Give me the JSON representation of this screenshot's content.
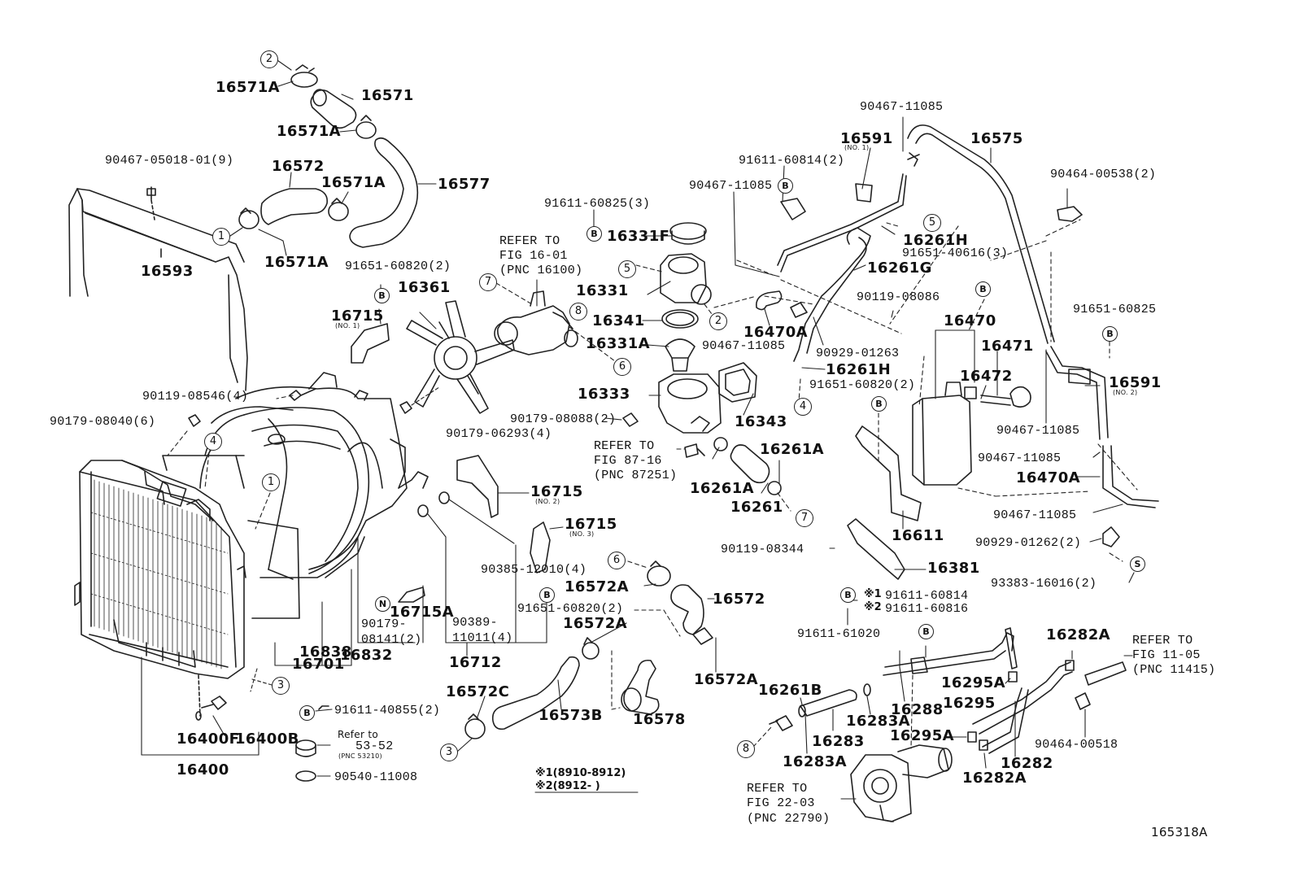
{
  "figure_id": "165318A",
  "markers": {
    "c1": "1",
    "c2": "2",
    "c3": "3",
    "c4": "4",
    "c5": "5",
    "c6": "6",
    "c7": "7",
    "c8": "8",
    "B": "B",
    "N": "N",
    "S": "S"
  },
  "labels": {
    "p16571A_a": "16571A",
    "p16571": "16571",
    "p16571A_b": "16571A",
    "p16572_top": "16572",
    "p16571A_c": "16571A",
    "p16577": "16577",
    "p16571A_d": "16571A",
    "p90467_05018": "90467-05018-01(9)",
    "p16593": "16593",
    "p91611_60825": "91611-60825(3)",
    "refer_16": "REFER TO",
    "refer_16b": "FIG 16-01",
    "refer_16c": "(PNC 16100)",
    "p16331F": "16331F",
    "p16331": "16331",
    "p16341": "16341",
    "p16331A": "16331A",
    "p16333": "16333",
    "p16343": "16343",
    "p91651_60820_a": "91651-60820(2)",
    "p16361": "16361",
    "p16715_1": "16715",
    "p16715_1n": "(NO. 1)",
    "p90119_08546": "90119-08546(4)",
    "p90179_08040": "90179-08040(6)",
    "p90179_08088": "90179-08088(2)",
    "p90179_06293": "90179-06293(4)",
    "refer_87": "REFER TO",
    "refer_87b": "FIG 87-16",
    "refer_87c": "(PNC 87251)",
    "p16261A_a": "16261A",
    "p16261A_b": "16261A",
    "p16261": "16261",
    "p16715_2": "16715",
    "p16715_2n": "(NO. 2)",
    "p16715_3": "16715",
    "p16715_3n": "(NO. 3)",
    "p90385_12010": "90385-12010(4)",
    "p16572A_a": "16572A",
    "p16572_mid": "16572",
    "p16572A_b": "16572A",
    "p16572A_c": "16572A",
    "p91651_60820_b": "91651-60820(2)",
    "p90389": "90389-",
    "p90389b": "11011(4)",
    "p16715A": "16715A",
    "p90179_08141": "90179-",
    "p90179_08141b": "08141(2)",
    "p16712": "16712",
    "p16838": "16838",
    "p16832": "16832",
    "p16701": "16701",
    "p16572C": "16572C",
    "p16573B": "16573B",
    "p16578": "16578",
    "p91611_40855": "91611-40855(2)",
    "refer_53": "Refer to",
    "refer_53b": "53-52",
    "refer_53c": "(PNC 53210)",
    "p90540_11008": "90540-11008",
    "p16400F": "16400F",
    "p16400B": "16400B",
    "p16400": "16400",
    "p90467_11085_top": "90467-11085",
    "p16591_1": "16591",
    "p16591_1n": "(NO. 1)",
    "p16575": "16575",
    "p91611_60814": "91611-60814(2)",
    "p90467_11085_b": "90467-11085",
    "p90464_00538": "90464-00538(2)",
    "p16261H_a": "16261H",
    "p91651_40616": "91651-40616(3)",
    "p16261G": "16261G",
    "p90119_08086": "90119-08086",
    "p16470A_a": "16470A",
    "p90467_11085_c": "90467-11085",
    "p90929_01263": "90929-01263",
    "p16261H_b": "16261H",
    "p91651_60820_c": "91651-60820(2)",
    "p16470": "16470",
    "p16471": "16471",
    "p16472": "16472",
    "p91651_60825": "91651-60825",
    "p16591_2": "16591",
    "p16591_2n": "(NO. 2)",
    "p90467_11085_d": "90467-11085",
    "p90467_11085_e": "90467-11085",
    "p16470A_b": "16470A",
    "p90467_11085_f": "90467-11085",
    "p16611": "16611",
    "p90119_08344": "90119-08344",
    "p16381": "16381",
    "p90929_01262": "90929-01262(2)",
    "p93383_16016": "93383-16016(2)",
    "p91611_60814_n1": "91611-60814",
    "p91611_60816_n2": "91611-60816",
    "p91611_61020": "91611-61020",
    "p16282A_a": "16282A",
    "refer_11": "REFER TO",
    "refer_11b": "FIG 11-05",
    "refer_11c": "(PNC 11415)",
    "p16295A_a": "16295A",
    "p16295": "16295",
    "p16288": "16288",
    "p16261B": "16261B",
    "p16283A_a": "16283A",
    "p16283": "16283",
    "p16295A_b": "16295A",
    "p16282": "16282",
    "p16283A_b": "16283A",
    "p16282A_b": "16282A",
    "p90464_00518": "90464-00518",
    "refer_22": "REFER TO",
    "refer_22b": "FIG 22-03",
    "refer_22c": "(PNC 22790)",
    "note1": "※1(8910-8912)",
    "note2": "※2(8912-        )",
    "star1": "※1",
    "star2": "※2"
  }
}
